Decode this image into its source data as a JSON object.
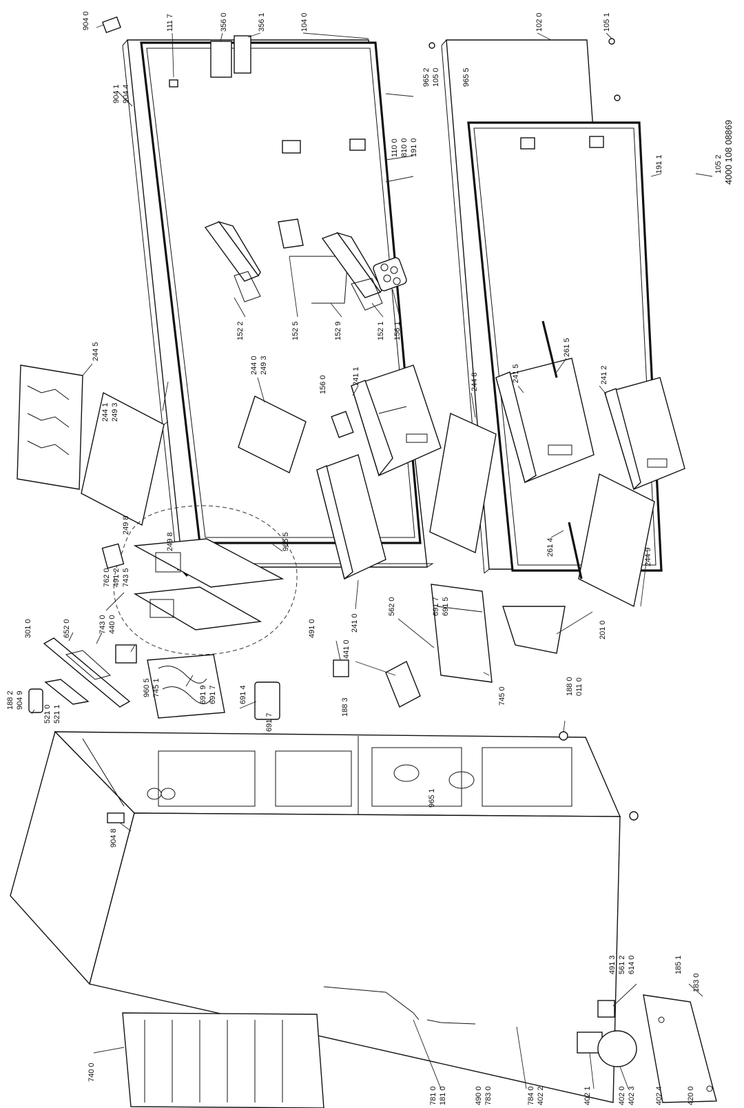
{
  "drawing_ref": "4000 108 08869",
  "callouts": {
    "c9040": "904 0",
    "c1117": "111 7",
    "c3560": "356 0",
    "c3561": "356 1",
    "c1040": "104 0",
    "c1020": "102 0",
    "c1051": "105 1",
    "c9041": "904 1",
    "c9044": "904 4",
    "c9652": "965 2",
    "c1050": "105 0",
    "c9655": "965 5",
    "c1100": "110 0",
    "c8100": "810 0",
    "c1910": "191 0",
    "c1911": "191 1",
    "c1052": "105 2",
    "c2445": "244 5",
    "c2441": "244 1",
    "c2493a": "249 3",
    "c2440": "244 0",
    "c2493b": "249 3",
    "c1560": "156 0",
    "c2411": "241 1",
    "c2448": "244 8",
    "c2415": "241 5",
    "c2615": "261 5",
    "c2412": "241 2",
    "c1522": "152 2",
    "c1525": "152 5",
    "c1529": "152 9",
    "c1521": "152 1",
    "c1561": "156 1",
    "c2498a": "249 8",
    "c2498b": "249 8",
    "c7620": "762 0",
    "c4912": "491 2",
    "c7435": "743 5",
    "c9655b": "965 5",
    "c7430": "743 0",
    "c4400": "440 0",
    "c2410": "241 0",
    "c2614": "261 4",
    "c2449": "244 9",
    "c3010": "301 0",
    "c6520": "652 0",
    "c1882": "188 2",
    "c9049": "904 9",
    "c5210": "521 0",
    "c5211": "521 1",
    "c9605": "960 5",
    "c7451": "745 1",
    "c6919": "691 9",
    "c6917a": "691 7",
    "c6914": "691 4",
    "c6917b": "691 7",
    "c4910": "491 0",
    "c4410": "441 0",
    "c5620": "562 0",
    "c6917c": "691 7",
    "c6915": "691 5",
    "c7450": "745 0",
    "c2010": "201 0",
    "c1883": "188 3",
    "c1880": "188 0",
    "c0110": "011 0",
    "c9651": "965 1",
    "c9048": "904 8",
    "c7400": "740 0",
    "c7810": "781 0",
    "c1810": "181 0",
    "c4900": "490 0",
    "c7830": "783 0",
    "c7840": "784 0",
    "c4022": "402 2",
    "c4021": "402 1",
    "c4020": "402 0",
    "c4023": "402 3",
    "c4024": "402 4",
    "c4200": "420 0",
    "c4913": "491 3",
    "c5612": "561 2",
    "c6140": "614 0",
    "c1851": "185 1",
    "c1830": "183 0"
  }
}
